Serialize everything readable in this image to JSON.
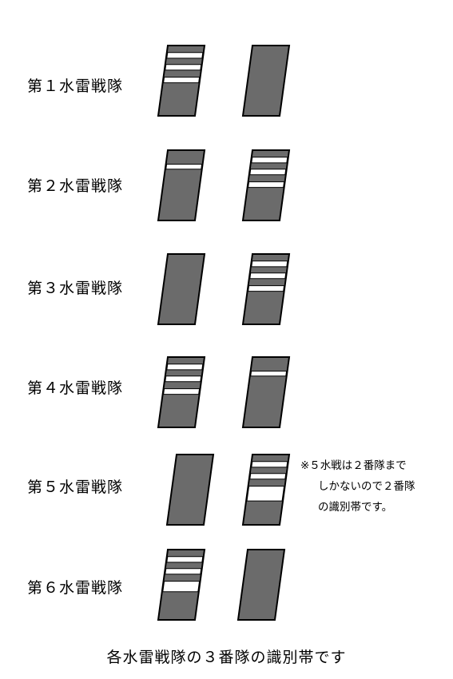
{
  "rows": [
    {
      "label": "第１水雷戦隊",
      "left_stripes": [
        [
          0.1,
          0.18
        ],
        [
          0.27,
          0.35
        ],
        [
          0.45,
          0.53
        ]
      ],
      "right_stripes": []
    },
    {
      "label": "第２水雷戦隊",
      "left_stripes": [
        [
          0.2,
          0.27
        ]
      ],
      "right_stripes": [
        [
          0.1,
          0.18
        ],
        [
          0.27,
          0.35
        ],
        [
          0.45,
          0.53
        ]
      ]
    },
    {
      "label": "第３水雷戦隊",
      "left_stripes": [],
      "right_stripes": [
        [
          0.1,
          0.18
        ],
        [
          0.27,
          0.35
        ],
        [
          0.45,
          0.53
        ]
      ]
    },
    {
      "label": "第４水雷戦隊",
      "left_stripes": [
        [
          0.1,
          0.18
        ],
        [
          0.27,
          0.35
        ],
        [
          0.45,
          0.53
        ]
      ],
      "right_stripes": [
        [
          0.2,
          0.27
        ]
      ]
    },
    {
      "label": "第５水雷戦隊",
      "left_stripes": [],
      "right_stripes": [
        [
          0.1,
          0.18
        ],
        [
          0.27,
          0.35
        ],
        [
          0.45,
          0.66
        ]
      ]
    },
    {
      "label": "第６水雷戦隊",
      "left_stripes": [
        [
          0.1,
          0.18
        ],
        [
          0.27,
          0.35
        ],
        [
          0.45,
          0.6
        ]
      ],
      "right_stripes": []
    }
  ],
  "note": {
    "line1": "※５水戦は２番隊まで",
    "line2": "しかないので２番隊",
    "line3": "の識別帯です。"
  },
  "caption": "各水雷戦隊の３番隊の識別帯です",
  "colors": {
    "funnel_fill": "#6b6b6b",
    "stripe": "#ffffff",
    "outline": "#000000"
  }
}
